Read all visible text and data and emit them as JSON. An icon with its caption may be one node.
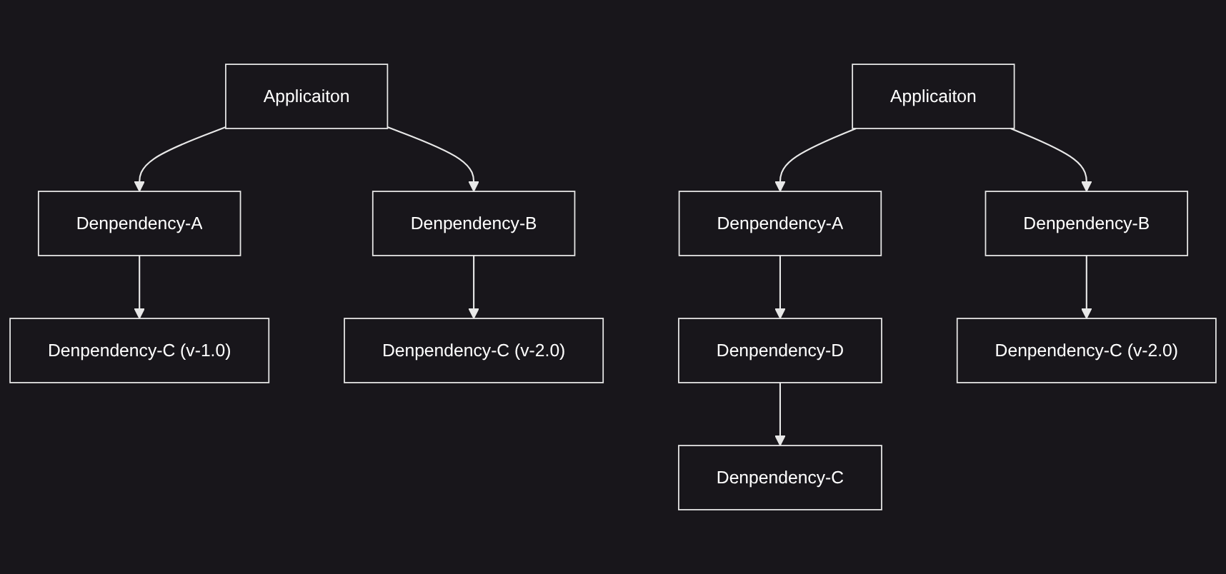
{
  "diagram": {
    "nodes": [
      {
        "text": [
          "Applicaiton"
        ]
      },
      {
        "text": [
          "Denpendency-A"
        ]
      },
      {
        "text": [
          "Denpendency-B"
        ]
      },
      {
        "text": [
          "Denpendency-C (v-1.0)"
        ]
      },
      {
        "text": [
          "Denpendency-C (v-2.0)"
        ]
      },
      {
        "text": [
          "Applicaiton"
        ]
      },
      {
        "text": [
          "Denpendency-A"
        ]
      },
      {
        "text": [
          "Denpendency-B"
        ]
      },
      {
        "text": [
          "Denpendency-D"
        ]
      },
      {
        "text": [
          "Denpendency-C (v-2.0)"
        ]
      },
      {
        "text": [
          "Denpendency-C"
        ]
      }
    ],
    "edges": [
      {
        "from": 0,
        "to": 1,
        "arrow": "to"
      },
      {
        "from": 0,
        "to": 2,
        "arrow": "to"
      },
      {
        "from": 1,
        "to": 3,
        "arrow": "to"
      },
      {
        "from": 2,
        "to": 4,
        "arrow": "to"
      },
      {
        "from": 5,
        "to": 6,
        "arrow": "to"
      },
      {
        "from": 5,
        "to": 7,
        "arrow": "to"
      },
      {
        "from": 6,
        "to": 8,
        "arrow": "to"
      },
      {
        "from": 7,
        "to": 9,
        "arrow": "to"
      },
      {
        "from": 8,
        "to": 10,
        "arrow": "to"
      }
    ]
  }
}
